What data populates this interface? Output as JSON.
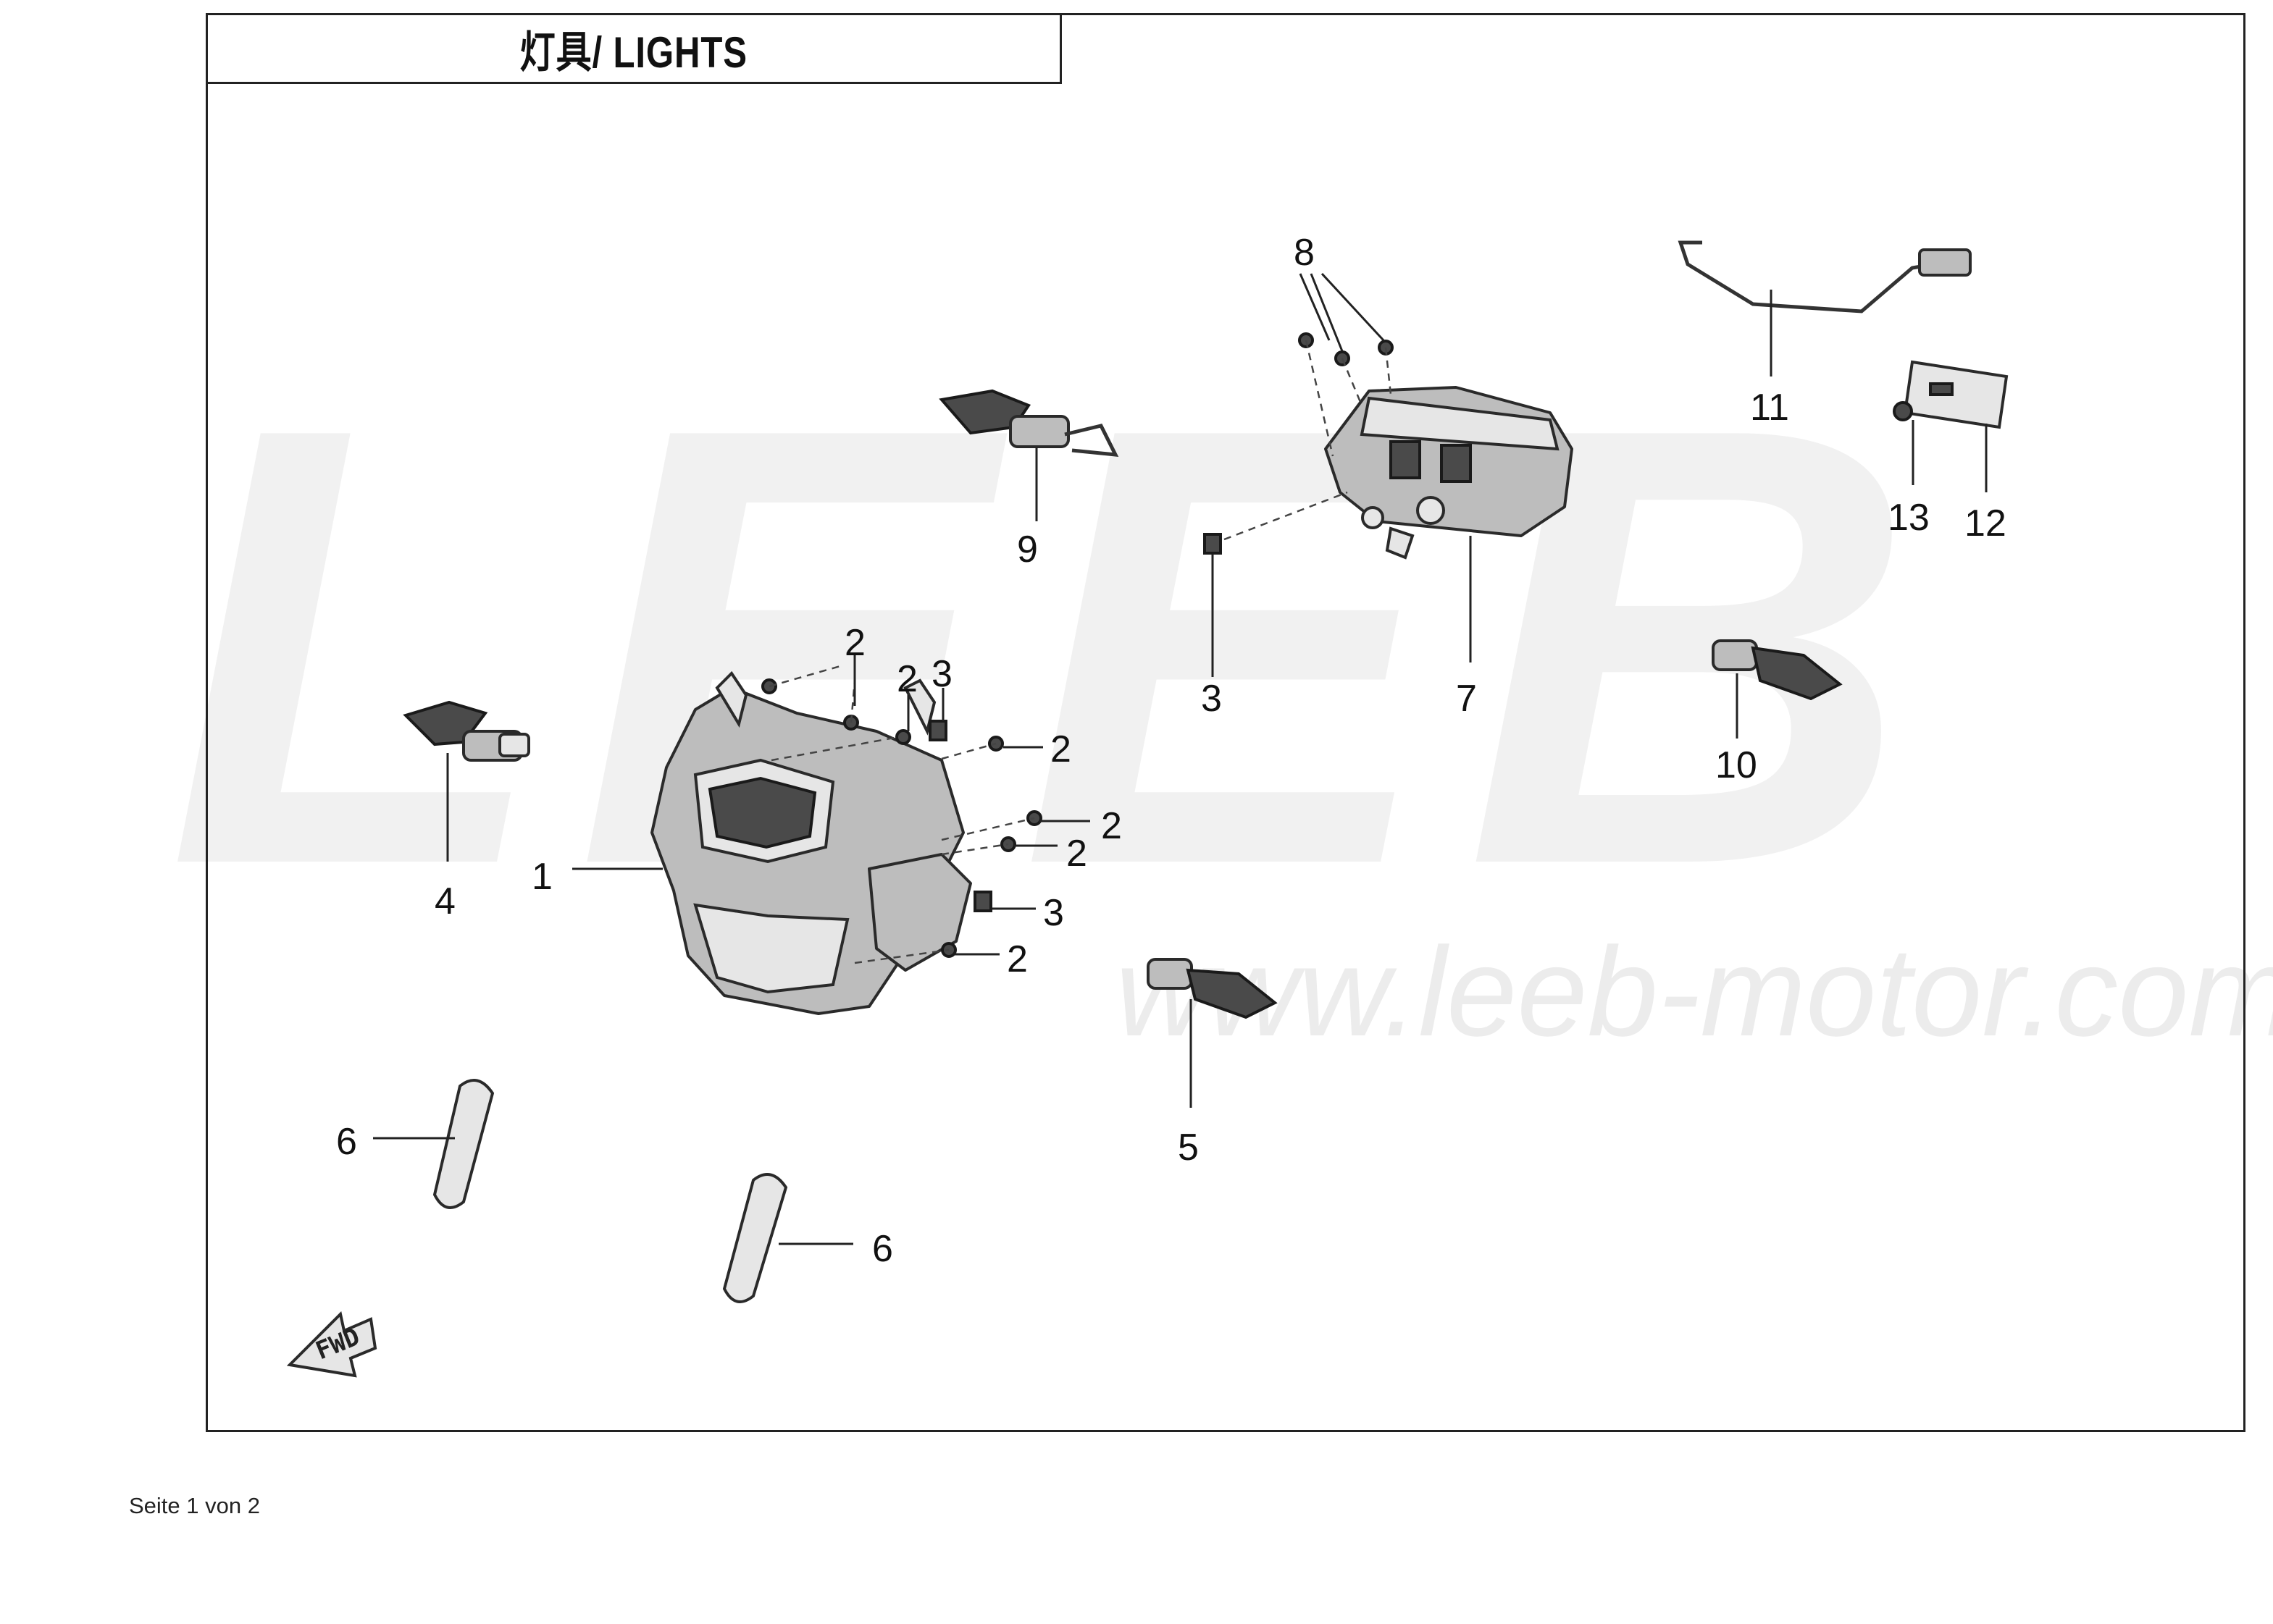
{
  "title": "灯具/ LIGHTS",
  "watermark": {
    "brand": "LEEB",
    "url": "www.leeb-motor.com"
  },
  "direction_marker": "FWD",
  "footer": "Seite 1 von 2",
  "callouts": {
    "c1": "1",
    "c2a": "2",
    "c2b": "2",
    "c2c": "2",
    "c2d": "2",
    "c2e": "2",
    "c2f": "2",
    "c3a": "3",
    "c3b": "3",
    "c3c": "3",
    "c4": "4",
    "c5": "5",
    "c6a": "6",
    "c6b": "6",
    "c7": "7",
    "c8": "8",
    "c9": "9",
    "c10": "10",
    "c11": "11",
    "c12": "12",
    "c13": "13"
  }
}
